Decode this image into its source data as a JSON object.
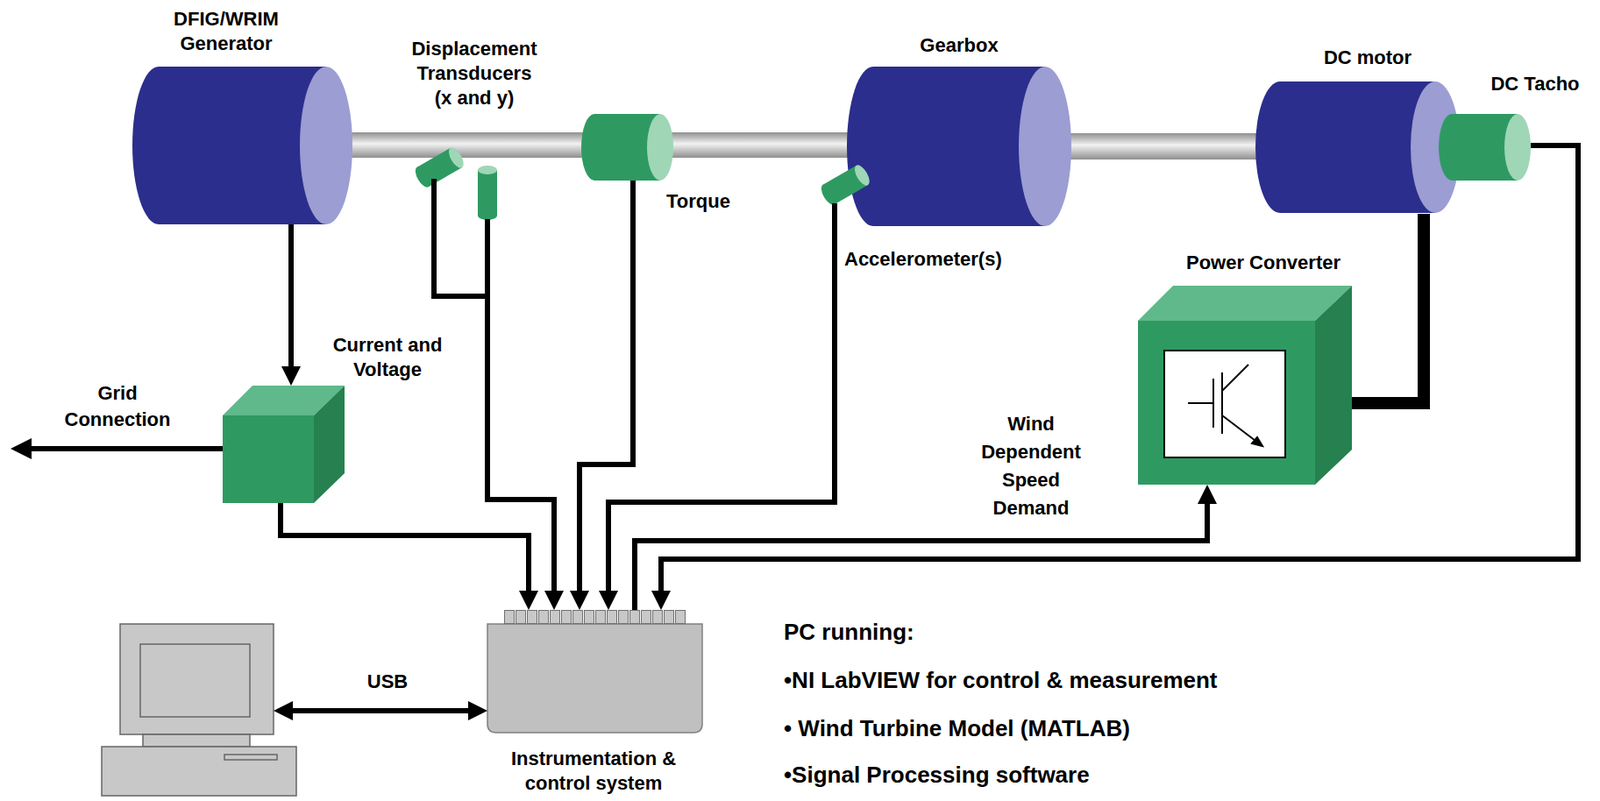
{
  "diagram": {
    "nodes": [
      {
        "text": [
          "DFIG/WRIM Generator"
        ]
      },
      {
        "text": [
          "Displacement Transducers (x and y)"
        ]
      },
      {
        "text": [
          "Gearbox"
        ]
      },
      {
        "text": [
          "DC motor"
        ]
      },
      {
        "text": [
          "DC Tacho"
        ]
      },
      {
        "text": [
          "Torque"
        ]
      },
      {
        "text": [
          "Accelerometer(s)"
        ]
      },
      {
        "text": [
          "Current and Voltage"
        ]
      },
      {
        "text": [
          "Power Converter"
        ]
      },
      {
        "text": []
      },
      {
        "text": [
          "Instrumentation & control system"
        ]
      }
    ],
    "edges": [
      {
        "from": 0,
        "to": 7,
        "arrow": "to"
      },
      {
        "from": 7,
        "to": 10,
        "arrow": "to"
      },
      {
        "from": 1,
        "to": 10,
        "arrow": "to"
      },
      {
        "from": 5,
        "to": 10,
        "arrow": "to"
      },
      {
        "from": 6,
        "to": 10,
        "arrow": "to"
      },
      {
        "from": 10,
        "to": 8,
        "label": "Wind Dependent Speed Demand",
        "arrow": "to"
      },
      {
        "from": 3,
        "to": 8,
        "arrow": "none"
      },
      {
        "from": 4,
        "to": 10,
        "arrow": "to"
      },
      {
        "from": 9,
        "to": 10,
        "label": "USB",
        "arrow": "both"
      }
    ],
    "labels": [
      "Grid Connection",
      "PC running:",
      "•NI LabVIEW for control & measurement",
      "• Wind Turbine Model (MATLAB)",
      "•Signal Processing software"
    ]
  }
}
